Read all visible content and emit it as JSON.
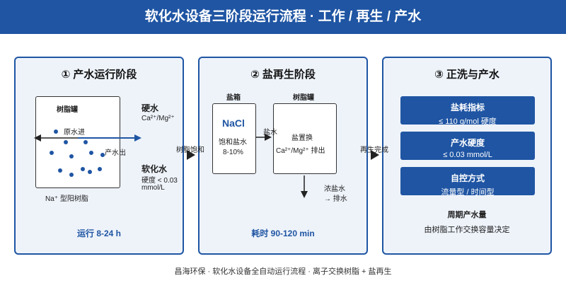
{
  "header": {
    "title": "软化水设备三阶段运行流程 · 工作 / 再生 / 产水"
  },
  "panel1": {
    "title": "① 产水运行阶段",
    "tank_label": "树脂罐",
    "inlet_label": "原水进",
    "resin_label": "Na⁺ 型阳树脂",
    "outlet_label": "产水出",
    "hard_title": "硬水",
    "hard_ions": "Ca²⁺/Mg²⁺",
    "soft_title": "软化水",
    "soft_line1": "硬度 < 0.03",
    "soft_line2": "mmol/L",
    "footer": "运行 8-24 h"
  },
  "panel2": {
    "title": "② 盐再生阶段",
    "brine_tank_label": "盐箱",
    "nacl": "NaCl",
    "brine_label": "饱和盐水",
    "brine_conc": "8-10%",
    "resin_tank_label": "树脂罐",
    "flow_label": "盐水",
    "exchange_line1": "盐置换",
    "exchange_line2": "Ca²⁺/Mg²⁺ 排出",
    "waste_line1": "浓盐水",
    "waste_line2": "→ 排水",
    "footer": "耗时 90-120 min"
  },
  "transitions": {
    "t1": "树脂饱和",
    "t2": "再生完成"
  },
  "panel3": {
    "title": "③ 正洗与产水",
    "items": [
      {
        "title": "盐耗指标",
        "value": "≤ 110 g/mol 硬度"
      },
      {
        "title": "产水硬度",
        "value": "≤ 0.03 mmol/L"
      },
      {
        "title": "自控方式",
        "value": "流量型 / 时间型"
      }
    ],
    "cycle_title": "周期产水量",
    "cycle_desc": "由树脂工作交换容量决定"
  },
  "footer": "昌海环保 · 软化水设备全自动运行流程 · 离子交换树脂 + 盐再生",
  "colors": {
    "primary": "#1f55a3",
    "panel_bg": "#eef3fa"
  }
}
